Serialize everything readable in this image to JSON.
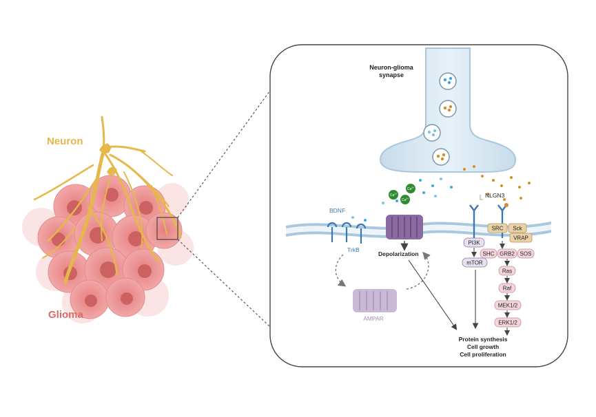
{
  "labels": {
    "neuron": "Neuron",
    "glioma": "Glioma",
    "synapse_title_line1": "Neuron-glioma",
    "synapse_title_line2": "synapse",
    "bdnf": "BDNF",
    "trkb": "TrkB",
    "nlgn3": "NLGN3",
    "ampar": "AMPAR",
    "depolarization": "Depolarization",
    "ca_ion": "Ca",
    "ca_charge": "2+"
  },
  "pathway": {
    "pi3k": "PI3K",
    "mtor": "mTOR",
    "src": "SRC",
    "sck": "Sck",
    "vrap": "VRAP",
    "shc": "SHC",
    "grb2": "GRB2",
    "sos": "SOS",
    "ras": "Ras",
    "raf": "Raf",
    "mek": "MEK1/2",
    "erk": "ERK1/2"
  },
  "outcomes": {
    "line1": "Protein synthesis",
    "line2": "Cell growth",
    "line3": "Cell proliferation"
  },
  "colors": {
    "neuron_gold": "#e6b84a",
    "glioma_red": "#d96a6a",
    "membrane_blue": "#a9c8de",
    "receptor_purple": "#7b5a8f",
    "calcium_green": "#2e8b2e",
    "pathway_pink": "#f3d6dc"
  }
}
